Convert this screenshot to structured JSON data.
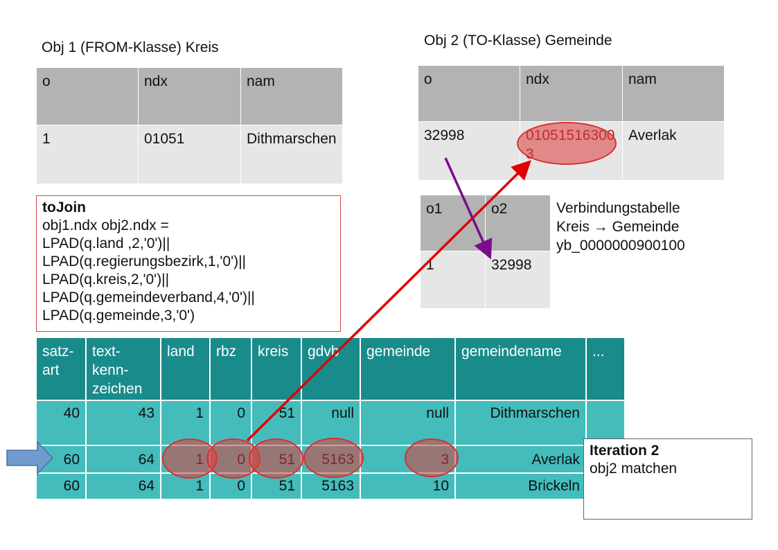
{
  "obj1": {
    "title": "Obj 1 (FROM-Klasse) Kreis",
    "headers": [
      "o",
      "ndx",
      "nam"
    ],
    "row": [
      "1",
      "01051",
      "Dithmarschen"
    ]
  },
  "obj2": {
    "title": "Obj 2 (TO-Klasse) Gemeinde",
    "headers": [
      "o",
      "ndx",
      "nam"
    ],
    "row": [
      "32998",
      "010515163003",
      "Averlak"
    ]
  },
  "link": {
    "headers": [
      "o1",
      "o2"
    ],
    "row": [
      "1",
      "32998"
    ],
    "label_lines": [
      "Verbindungstabelle",
      "Kreis → Gemeinde",
      "yb_0000000900100"
    ]
  },
  "tojoin": {
    "title": "toJoin",
    "lines": [
      "obj1.ndx obj2.ndx =",
      "LPAD(q.land ,2,'0')||",
      "LPAD(q.regierungsbezirk,1,'0')||",
      "LPAD(q.kreis,2,'0')||",
      "LPAD(q.gemeindeverband,4,'0')||",
      "LPAD(q.gemeinde,3,'0')"
    ]
  },
  "main_table": {
    "headers": [
      "satz-art",
      "text-kenn-zeichen",
      "land",
      "rbz",
      "kreis",
      "gdvb",
      "gemeinde",
      "gemeindename",
      "..."
    ],
    "rows": [
      [
        "40",
        "43",
        "1",
        "0",
        "51",
        "null",
        "null",
        "Dithmarschen",
        ""
      ],
      [
        "60",
        "64",
        "1",
        "0",
        "51",
        "5163",
        "3",
        "Averlak",
        ""
      ],
      [
        "60",
        "64",
        "1",
        "0",
        "51",
        "5163",
        "10",
        "Brickeln",
        ""
      ]
    ]
  },
  "iteration": {
    "title": "Iteration 2",
    "text": "obj2 matchen"
  },
  "colors": {
    "header_gray": "#b3b3b3",
    "body_gray": "#e6e6e6",
    "teal_dark": "#1a8b8b",
    "teal_light": "#44bcbc",
    "highlight_red": "#d93030",
    "arrow_purple": "#7a0d8c",
    "pointer_blue": "#6f9bd1"
  }
}
